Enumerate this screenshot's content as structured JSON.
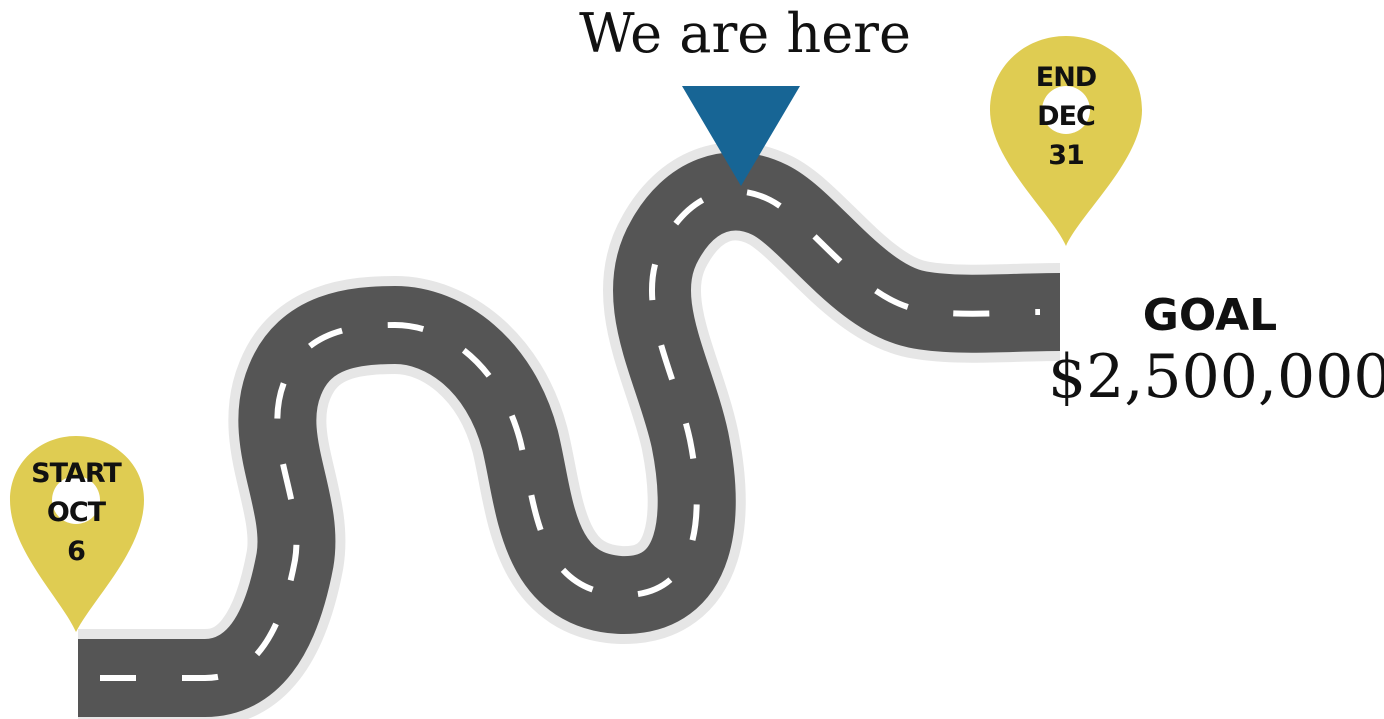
{
  "marker": {
    "label": "We are here",
    "color": "#176595"
  },
  "start_pin": {
    "lines": [
      "START",
      "OCT",
      "6"
    ],
    "color": "#dfcc52"
  },
  "end_pin": {
    "lines": [
      "END",
      "DEC",
      "31"
    ],
    "color": "#dfcc52"
  },
  "goal": {
    "title": "GOAL",
    "amount": "$2,500,000"
  },
  "road": {
    "asphalt_color": "#555555",
    "edge_color": "#e6e6e6",
    "stripe_color": "#ffffff"
  }
}
